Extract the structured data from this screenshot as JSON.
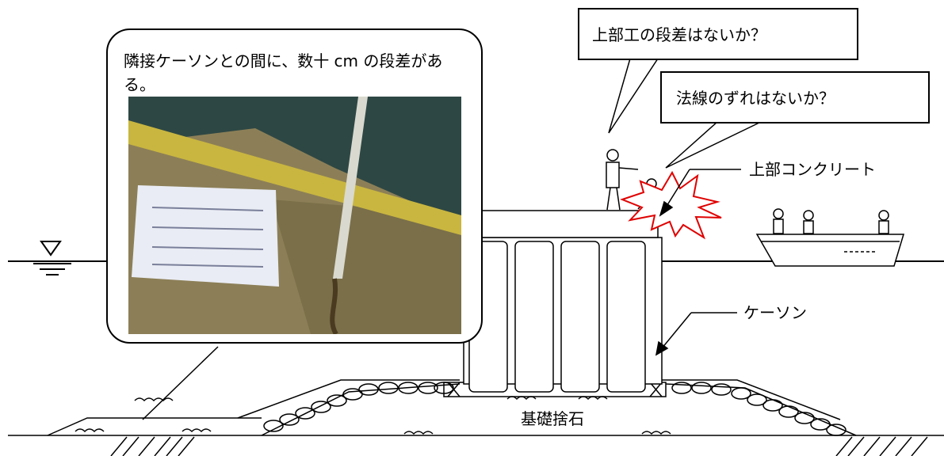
{
  "callouts": {
    "photo_caption": "隣接ケーソンとの間に、数十 cm の段差がある。",
    "q_top": "上部工の段差はないか？",
    "q_mid": "法線のずれはないか？"
  },
  "labels": {
    "superstructure": "上部コンクリート",
    "caisson": "ケーソン",
    "rubble_mound": "基礎捨石"
  },
  "colors": {
    "burst_stroke": "#e00000",
    "line": "#000000"
  }
}
